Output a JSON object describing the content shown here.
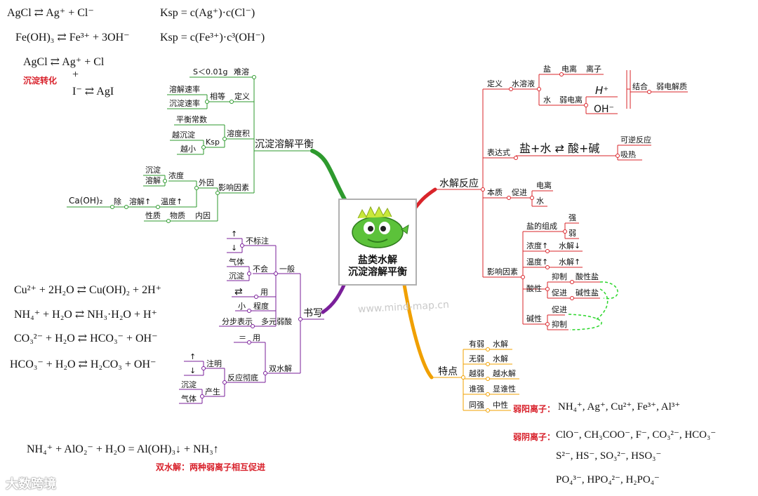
{
  "center": {
    "line1": "盐类水解",
    "line2": "沉淀溶解平衡"
  },
  "watermark": "www.mind-map.cn",
  "brand": "大数跨境",
  "top_equations": {
    "e1": "AgCl ⇄ Ag⁺ + Cl⁻",
    "e2": "Ksp = c(Ag⁺)·c(Cl⁻)",
    "e3": "Fe(OH)₃ ⇄ Fe³⁺ + 3OH⁻",
    "e4": "Ksp = c(Fe³⁺)·c³(OH⁻)",
    "e5": "AgCl ⇄ Ag⁺ + Cl",
    "e6": "+",
    "e7": "I⁻ ⇄ AgI",
    "red": "沉淀转化"
  },
  "left_equations": {
    "e1": "Cu²⁺ + 2H₂O ⇄ Cu(OH)₂ + 2H⁺",
    "e2": "NH₄⁺ + H₂O ⇄ NH₃·H₂O + H⁺",
    "e3": "CO₃²⁻ + H₂O ⇄ HCO₃⁻ + OH⁻",
    "e4": "HCO₃⁻ + H₂O ⇄ H₂CO₃ + OH⁻"
  },
  "bottom": {
    "eq": "NH₄⁺ + AlO₂⁻ + H₂O = Al(OH)₃↓ + NH₃↑",
    "red": "双水解：两种弱离子相互促进"
  },
  "right_ions": {
    "cation_label": "弱阳离子：",
    "cations": "NH₄⁺, Ag⁺, Cu²⁺, Fe³⁺, Al³⁺",
    "anion_label": "弱阴离子：",
    "anions1": "ClO⁻, CH₃COO⁻, F⁻, CO₃²⁻, HCO₃⁻",
    "anions2": "S²⁻, HS⁻, SO₃²⁻, HSO₃⁻",
    "anions3": "PO₄³⁻, HPO₄²⁻, H₂PO₄⁻"
  },
  "colors": {
    "green": "#2e9a2e",
    "red": "#d9242a",
    "purple": "#7a1f9a",
    "orange": "#f0a000",
    "dashed": "#2bd62b"
  },
  "branches": {
    "chendian": {
      "main": "沉淀溶解平衡",
      "s": "S＜0.01g",
      "nanrong": "难溶",
      "rongjie_rate": "溶解速率",
      "chendian_rate": "沉淀速率",
      "xiangdeng": "相等",
      "dingyi": "定义",
      "pingheng": "平衡常数",
      "yuechendian": "越沉淀",
      "yuexiao": "越小",
      "ksp": "Ksp",
      "rongduji": "溶度积",
      "chendian2": "沉淀",
      "rongjie2": "溶解",
      "nongdu": "浓度",
      "waiyin": "外因",
      "caoh2": "Ca(OH)₂",
      "chu": "除",
      "rongjie_up": "溶解↑",
      "wendu_up": "温度↑",
      "yingxiang": "影响因素",
      "xingzhi": "性质",
      "wuzhi": "物质",
      "neiyin": "内因"
    },
    "shuxie": {
      "main": "书写",
      "up": "↑",
      "down": "↓",
      "bubiaozhu": "不标注",
      "qiti": "气体",
      "chendian": "沉淀",
      "buhui": "不会",
      "yiban": "一般",
      "arrows": "⇄",
      "yong": "用",
      "xiao": "小",
      "chengdu": "程度",
      "fenbu": "分步表示",
      "duoyuan": "多元弱酸",
      "eq": "＝",
      "yong2": "用",
      "up2": "↑",
      "down2": "↓",
      "zhuming": "注明",
      "chendian3": "沉淀",
      "qiti3": "气体",
      "chansheng": "产生",
      "fanying": "反应彻底",
      "shuangshui": "双水解"
    },
    "shuijie": {
      "main": "水解反应",
      "dingyi": "定义",
      "shuirongye": "水溶液",
      "yan": "盐",
      "dianli": "电离",
      "lizi": "离子",
      "shui": "水",
      "ruodianli": "弱电离",
      "hplus": "H⁺",
      "ohminus": "OH⁻",
      "jiehe": "结合",
      "ruodianjiezhi": "弱电解质",
      "biaodashi": "表达式",
      "expr": "盐+水 ⇄ 酸+碱",
      "kenifanying": "可逆反应",
      "xire": "吸热",
      "benzhi": "本质",
      "cujin": "促进",
      "dianli2": "电离",
      "shui2": "水",
      "yingxiang": "影响因素",
      "zucheng": "盐的组成",
      "qiang": "强",
      "ruo": "弱",
      "nongdu": "浓度↑",
      "shuijie_down": "水解↓",
      "wendu": "温度↑",
      "shuijie_up": "水解↑",
      "suanxing": "酸性",
      "yizhi": "抑制",
      "suanxingyan": "酸性盐",
      "cujin3": "促进",
      "jianxingyan": "碱性盐",
      "jianxing": "碱性",
      "cujin4": "促进",
      "yizhi2": "抑制"
    },
    "tedian": {
      "main": "特点",
      "r1a": "有弱",
      "r1b": "水解",
      "r2a": "无弱",
      "r2b": "水解",
      "r3a": "越弱",
      "r3b": "越水解",
      "r4a": "谁强",
      "r4b": "显谁性",
      "r5a": "同强",
      "r5b": "中性"
    }
  }
}
